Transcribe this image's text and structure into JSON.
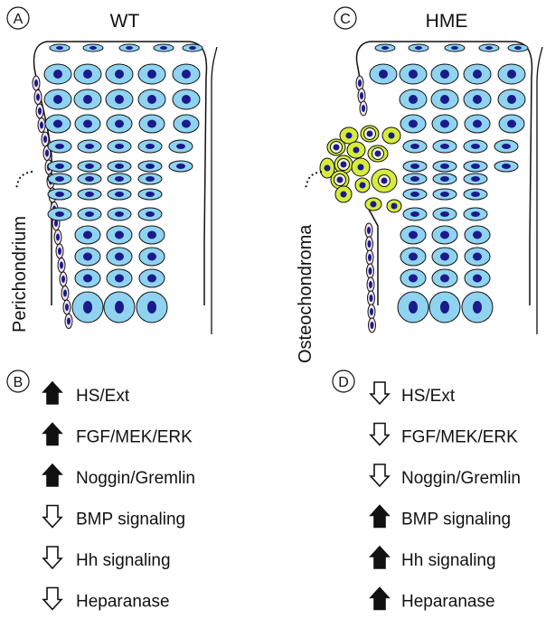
{
  "panels": {
    "a": {
      "letter": "A",
      "title": "WT"
    },
    "b": {
      "letter": "B"
    },
    "c": {
      "letter": "C",
      "title": "HME"
    },
    "d": {
      "letter": "D"
    }
  },
  "labels": {
    "perichondrium": "Perichondrium",
    "osteochondroma": "Osteochondroma"
  },
  "wt_pathways": [
    {
      "label": "HS/Ext",
      "direction": "up"
    },
    {
      "label": "FGF/MEK/ERK",
      "direction": "up"
    },
    {
      "label": "Noggin/Gremlin",
      "direction": "up"
    },
    {
      "label": "BMP signaling",
      "direction": "down"
    },
    {
      "label": "Hh signaling",
      "direction": "down"
    },
    {
      "label": "Heparanase",
      "direction": "down"
    }
  ],
  "hme_pathways": [
    {
      "label": "HS/Ext",
      "direction": "down"
    },
    {
      "label": "FGF/MEK/ERK",
      "direction": "down"
    },
    {
      "label": "Noggin/Gremlin",
      "direction": "down"
    },
    {
      "label": "BMP signaling",
      "direction": "up"
    },
    {
      "label": "Hh signaling",
      "direction": "up"
    },
    {
      "label": "Heparanase",
      "direction": "up"
    }
  ],
  "colors": {
    "chondrocyte": "#8fd3f0",
    "nucleus": "#1a1a8c",
    "perichondrial_cell": "#f1e2ee",
    "osteochondroma_cell": "#d6ec3a",
    "outline": "#111111",
    "arrow_up_fill": "#111111",
    "arrow_down_fill": "#ffffff"
  }
}
